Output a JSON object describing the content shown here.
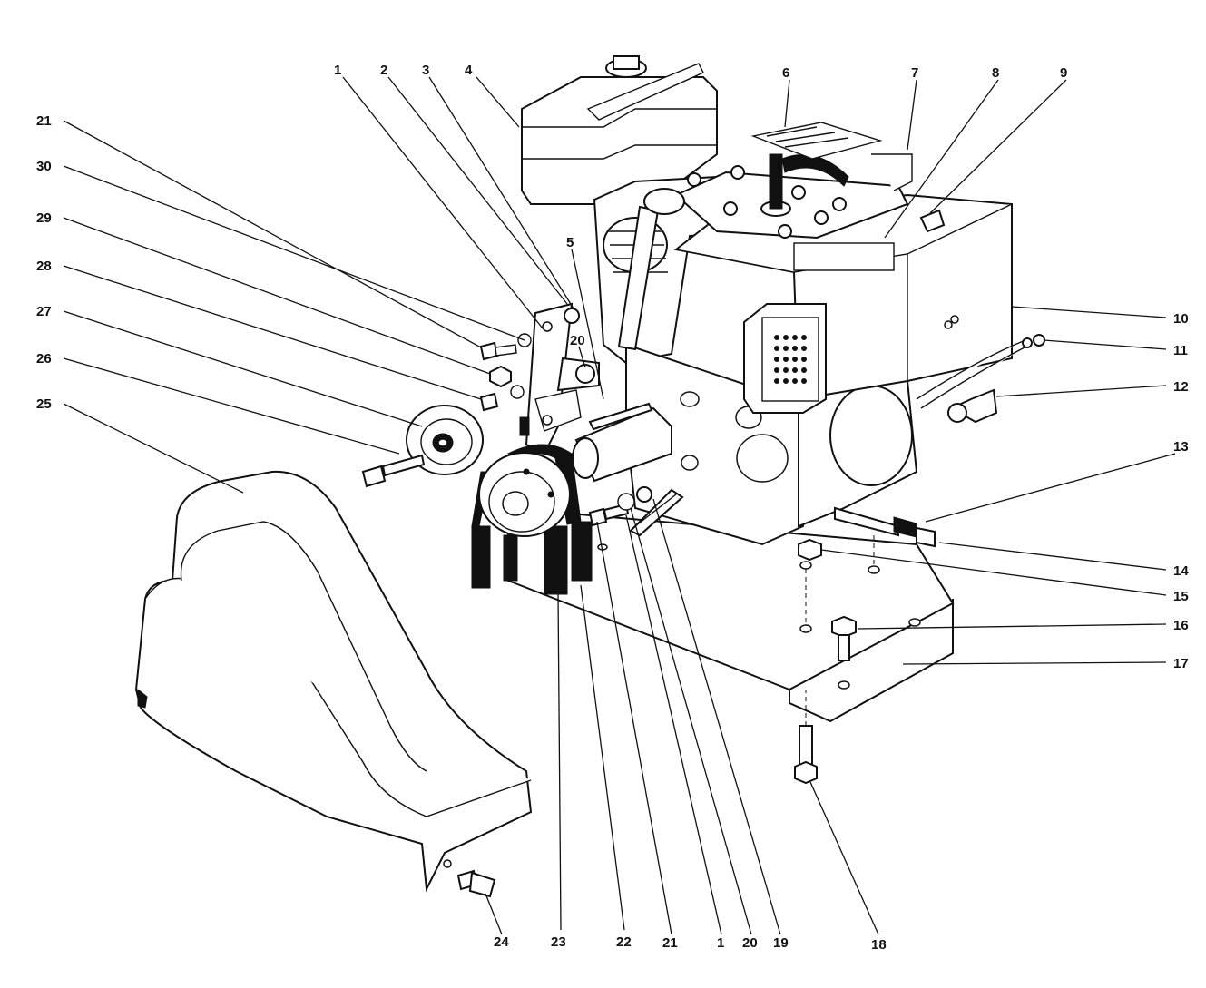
{
  "diagram": {
    "callouts": [
      {
        "id": "c1a",
        "label": "1"
      },
      {
        "id": "c2",
        "label": "2"
      },
      {
        "id": "c3",
        "label": "3"
      },
      {
        "id": "c4",
        "label": "4"
      },
      {
        "id": "c5",
        "label": "5"
      },
      {
        "id": "c6",
        "label": "6"
      },
      {
        "id": "c7",
        "label": "7"
      },
      {
        "id": "c8",
        "label": "8"
      },
      {
        "id": "c9",
        "label": "9"
      },
      {
        "id": "c10",
        "label": "10"
      },
      {
        "id": "c11",
        "label": "11"
      },
      {
        "id": "c12",
        "label": "12"
      },
      {
        "id": "c13",
        "label": "13"
      },
      {
        "id": "c14",
        "label": "14"
      },
      {
        "id": "c15",
        "label": "15"
      },
      {
        "id": "c16",
        "label": "16"
      },
      {
        "id": "c17",
        "label": "17"
      },
      {
        "id": "c18",
        "label": "18"
      },
      {
        "id": "c19",
        "label": "19"
      },
      {
        "id": "c20a",
        "label": "20"
      },
      {
        "id": "c20b",
        "label": "20"
      },
      {
        "id": "c21a",
        "label": "21"
      },
      {
        "id": "c21b",
        "label": "21"
      },
      {
        "id": "c22",
        "label": "22"
      },
      {
        "id": "c23",
        "label": "23"
      },
      {
        "id": "c24",
        "label": "24"
      },
      {
        "id": "c25",
        "label": "25"
      },
      {
        "id": "c26",
        "label": "26"
      },
      {
        "id": "c27",
        "label": "27"
      },
      {
        "id": "c28",
        "label": "28"
      },
      {
        "id": "c29",
        "label": "29"
      },
      {
        "id": "c30",
        "label": "30"
      },
      {
        "id": "c1b",
        "label": "1"
      }
    ]
  }
}
